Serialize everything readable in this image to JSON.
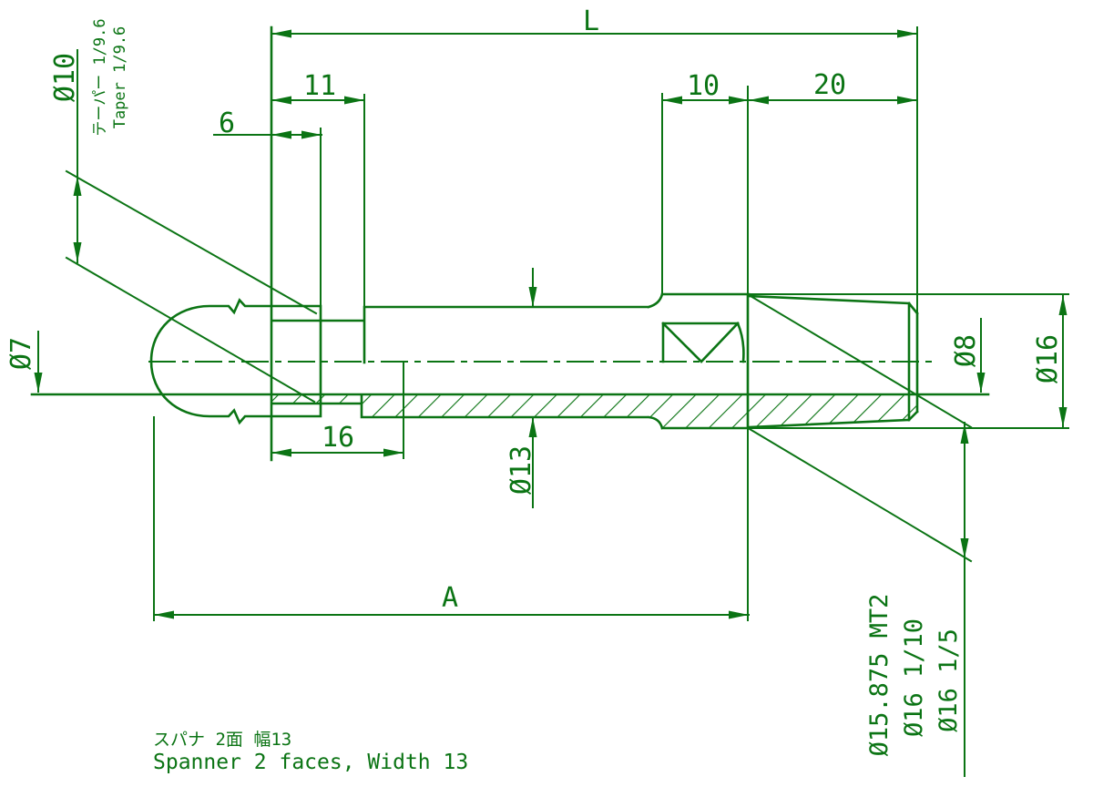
{
  "drawing": {
    "colors": {
      "line": "#0b7414",
      "background": "#ffffff"
    },
    "dims": {
      "overall_length": "L",
      "seg11": "11",
      "seg6": "6",
      "seg10": "10",
      "seg20": "20",
      "seg16": "16",
      "length_a": "A",
      "dia7": "Ø7",
      "dia10": "Ø10",
      "dia13": "Ø13",
      "dia8": "Ø8",
      "dia16": "Ø16"
    },
    "shank_options": [
      "Ø15.875 MT2",
      "Ø16 1/10",
      "Ø16 1/5"
    ],
    "notes": {
      "taper_jp": "テーパー 1/9.6",
      "taper_en": "Taper 1/9.6",
      "spanner_jp": "スパナ  2面  幅13",
      "spanner_en": "Spanner 2 faces, Width 13"
    }
  }
}
